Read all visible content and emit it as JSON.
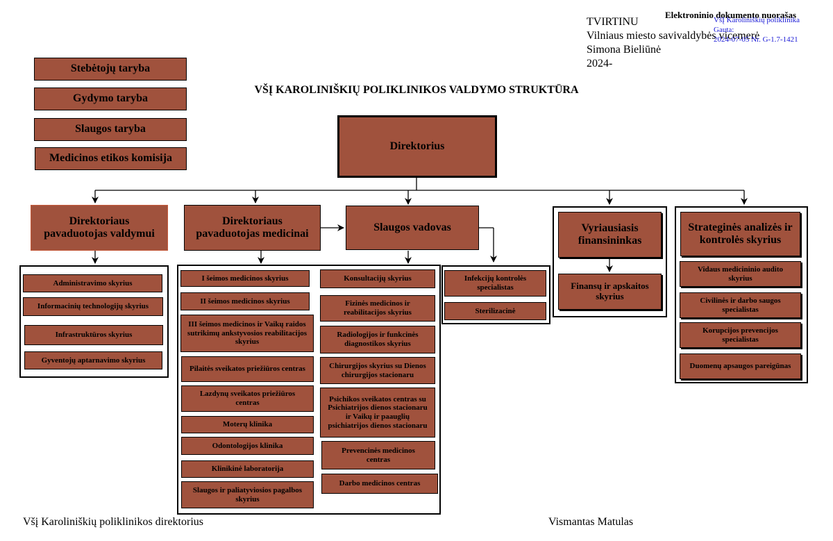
{
  "approval": {
    "line1": "TVIRTINU",
    "line2": "Vilniaus miesto savivaldybės vicemerė",
    "line3": "Simona Bieliūnė",
    "line4": "2024-"
  },
  "e_stamp": {
    "title": "Elektroninio dokumento nuorašas",
    "org": "VšĮ Karoliniškių poliklinika",
    "received": "Gauta:",
    "reg": "2024-07-05 Nr. G-1.7-1421"
  },
  "councils": [
    "Stebėtojų taryba",
    "Gydymo taryba",
    "Slaugos taryba",
    "Medicinos etikos komisija"
  ],
  "title": "VŠĮ KAROLINIŠKIŲ POLIKLINIKOS VALDYMO STRUKTŪRA",
  "director": "Direktorius",
  "deputy_admin": {
    "label": "Direktoriaus pavaduotojas valdymui",
    "units": [
      "Administravimo skyrius",
      "Informacinių technologijų  skyrius",
      "Infrastruktūros  skyrius",
      "Gyventojų aptarnavimo skyrius"
    ]
  },
  "deputy_med": {
    "label": "Direktoriaus pavaduotojas medicinai",
    "units_left": [
      "I šeimos medicinos skyrius",
      "II šeimos medicinos skyrius",
      "III šeimos medicinos ir Vaikų raidos sutrikimų ankstyvosios reabilitacijos skyrius",
      "Pilaitės sveikatos priežiūros centras",
      "Lazdynų sveikatos priežiūros centras",
      "Moterų klinika",
      "Odontologijos klinika",
      "Klinikinė laboratorija",
      "Slaugos ir paliatyviosios pagalbos skyrius"
    ],
    "units_right": [
      "Konsultacijų skyrius",
      "Fizinės medicinos ir reabilitacijos skyrius",
      "Radiologijos ir funkcinės diagnostikos skyrius",
      "Chirurgijos skyrius su Dienos chirurgijos stacionaru",
      "Psichikos sveikatos centras su  Psichiatrijos dienos stacionaru ir Vaikų ir paauglių psichiatrijos dienos stacionaru",
      "Prevencinės medicinos centras",
      "Darbo medicinos centras"
    ]
  },
  "nursing": {
    "label": "Slaugos vadovas",
    "units": [
      "Infekcijų kontrolės specialistas",
      "Sterilizacinė"
    ]
  },
  "finance": {
    "label": "Vyriausiasis finansininkas",
    "unit": "Finansų ir apskaitos skyrius"
  },
  "strategy": {
    "label": "Strateginės analizės ir kontrolės skyrius",
    "units": [
      "Vidaus medicininio audito skyrius",
      "Civilinės ir darbo saugos specialistas",
      "Korupcijos prevencijos specialistas",
      "Duomenų apsaugos pareigūnas"
    ]
  },
  "footer": {
    "left": "Všį Karoliniškių poliklinikos direktorius",
    "right": "Vismantas Matulas"
  }
}
